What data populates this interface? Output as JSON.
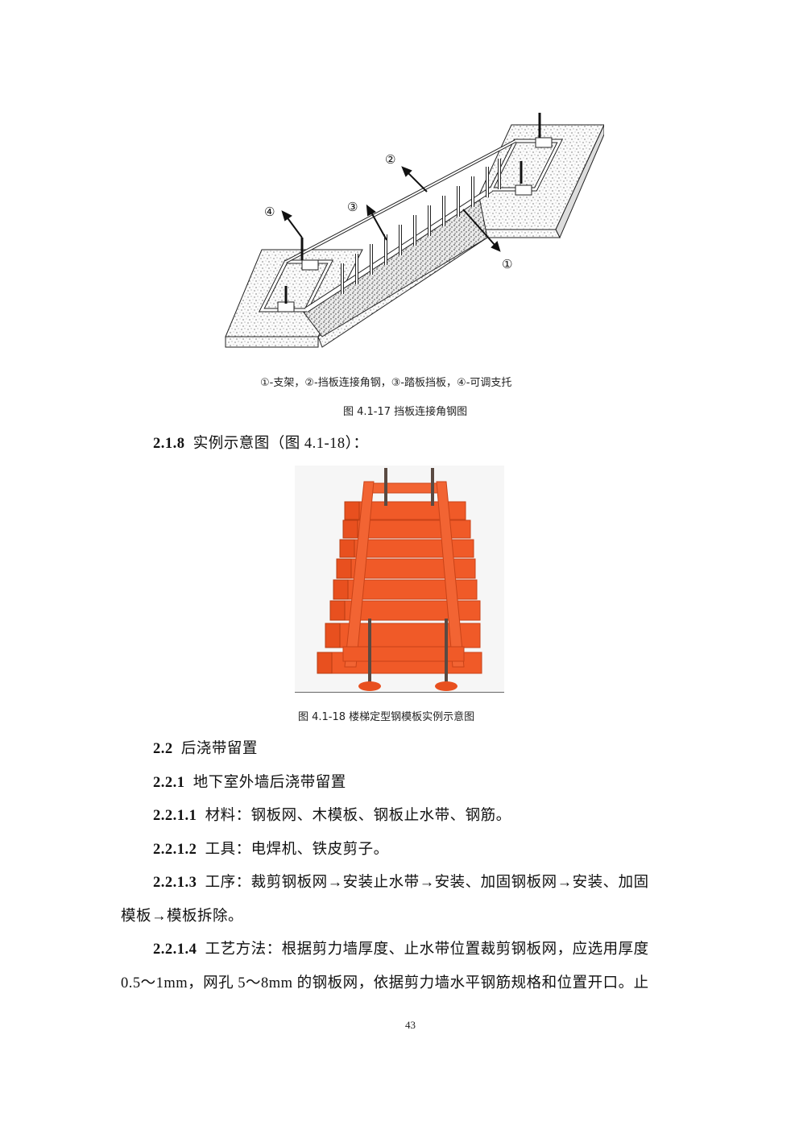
{
  "figure_4_1_17": {
    "callouts": [
      "①",
      "②",
      "③",
      "④"
    ],
    "legend": "①-支架，②-挡板连接角钢，③-踏板挡板，④-可调支托",
    "caption": "图 4.1-17 挡板连接角钢图"
  },
  "section_2_1_8": {
    "number": "2.1.8",
    "text": "实例示意图（图 4.1-18）："
  },
  "figure_4_1_18": {
    "caption": "图  4.1-18 楼梯定型钢模板实例示意图",
    "accent_color": "#f05a28"
  },
  "section_2_2": {
    "number": "2.2",
    "title": "后浇带留置"
  },
  "section_2_2_1": {
    "number": "2.2.1",
    "title": "地下室外墙后浇带留置"
  },
  "section_2_2_1_1": {
    "number": "2.2.1.1",
    "text": "材料：钢板网、木模板、钢板止水带、钢筋。"
  },
  "section_2_2_1_2": {
    "number": "2.2.1.2",
    "text": "工具：电焊机、铁皮剪子。"
  },
  "section_2_2_1_3": {
    "number": "2.2.1.3",
    "line1": "工序：裁剪钢板网→安装止水带→安装、加固钢板网→安装、加固",
    "line2": "模板→模板拆除。"
  },
  "section_2_2_1_4": {
    "number": "2.2.1.4",
    "line1": "工艺方法：根据剪力墙厚度、止水带位置裁剪钢板网，应选用厚度",
    "line2": "0.5～1mm，网孔 5～8mm 的钢板网，依据剪力墙水平钢筋规格和位置开口。止"
  },
  "page_number": "43"
}
